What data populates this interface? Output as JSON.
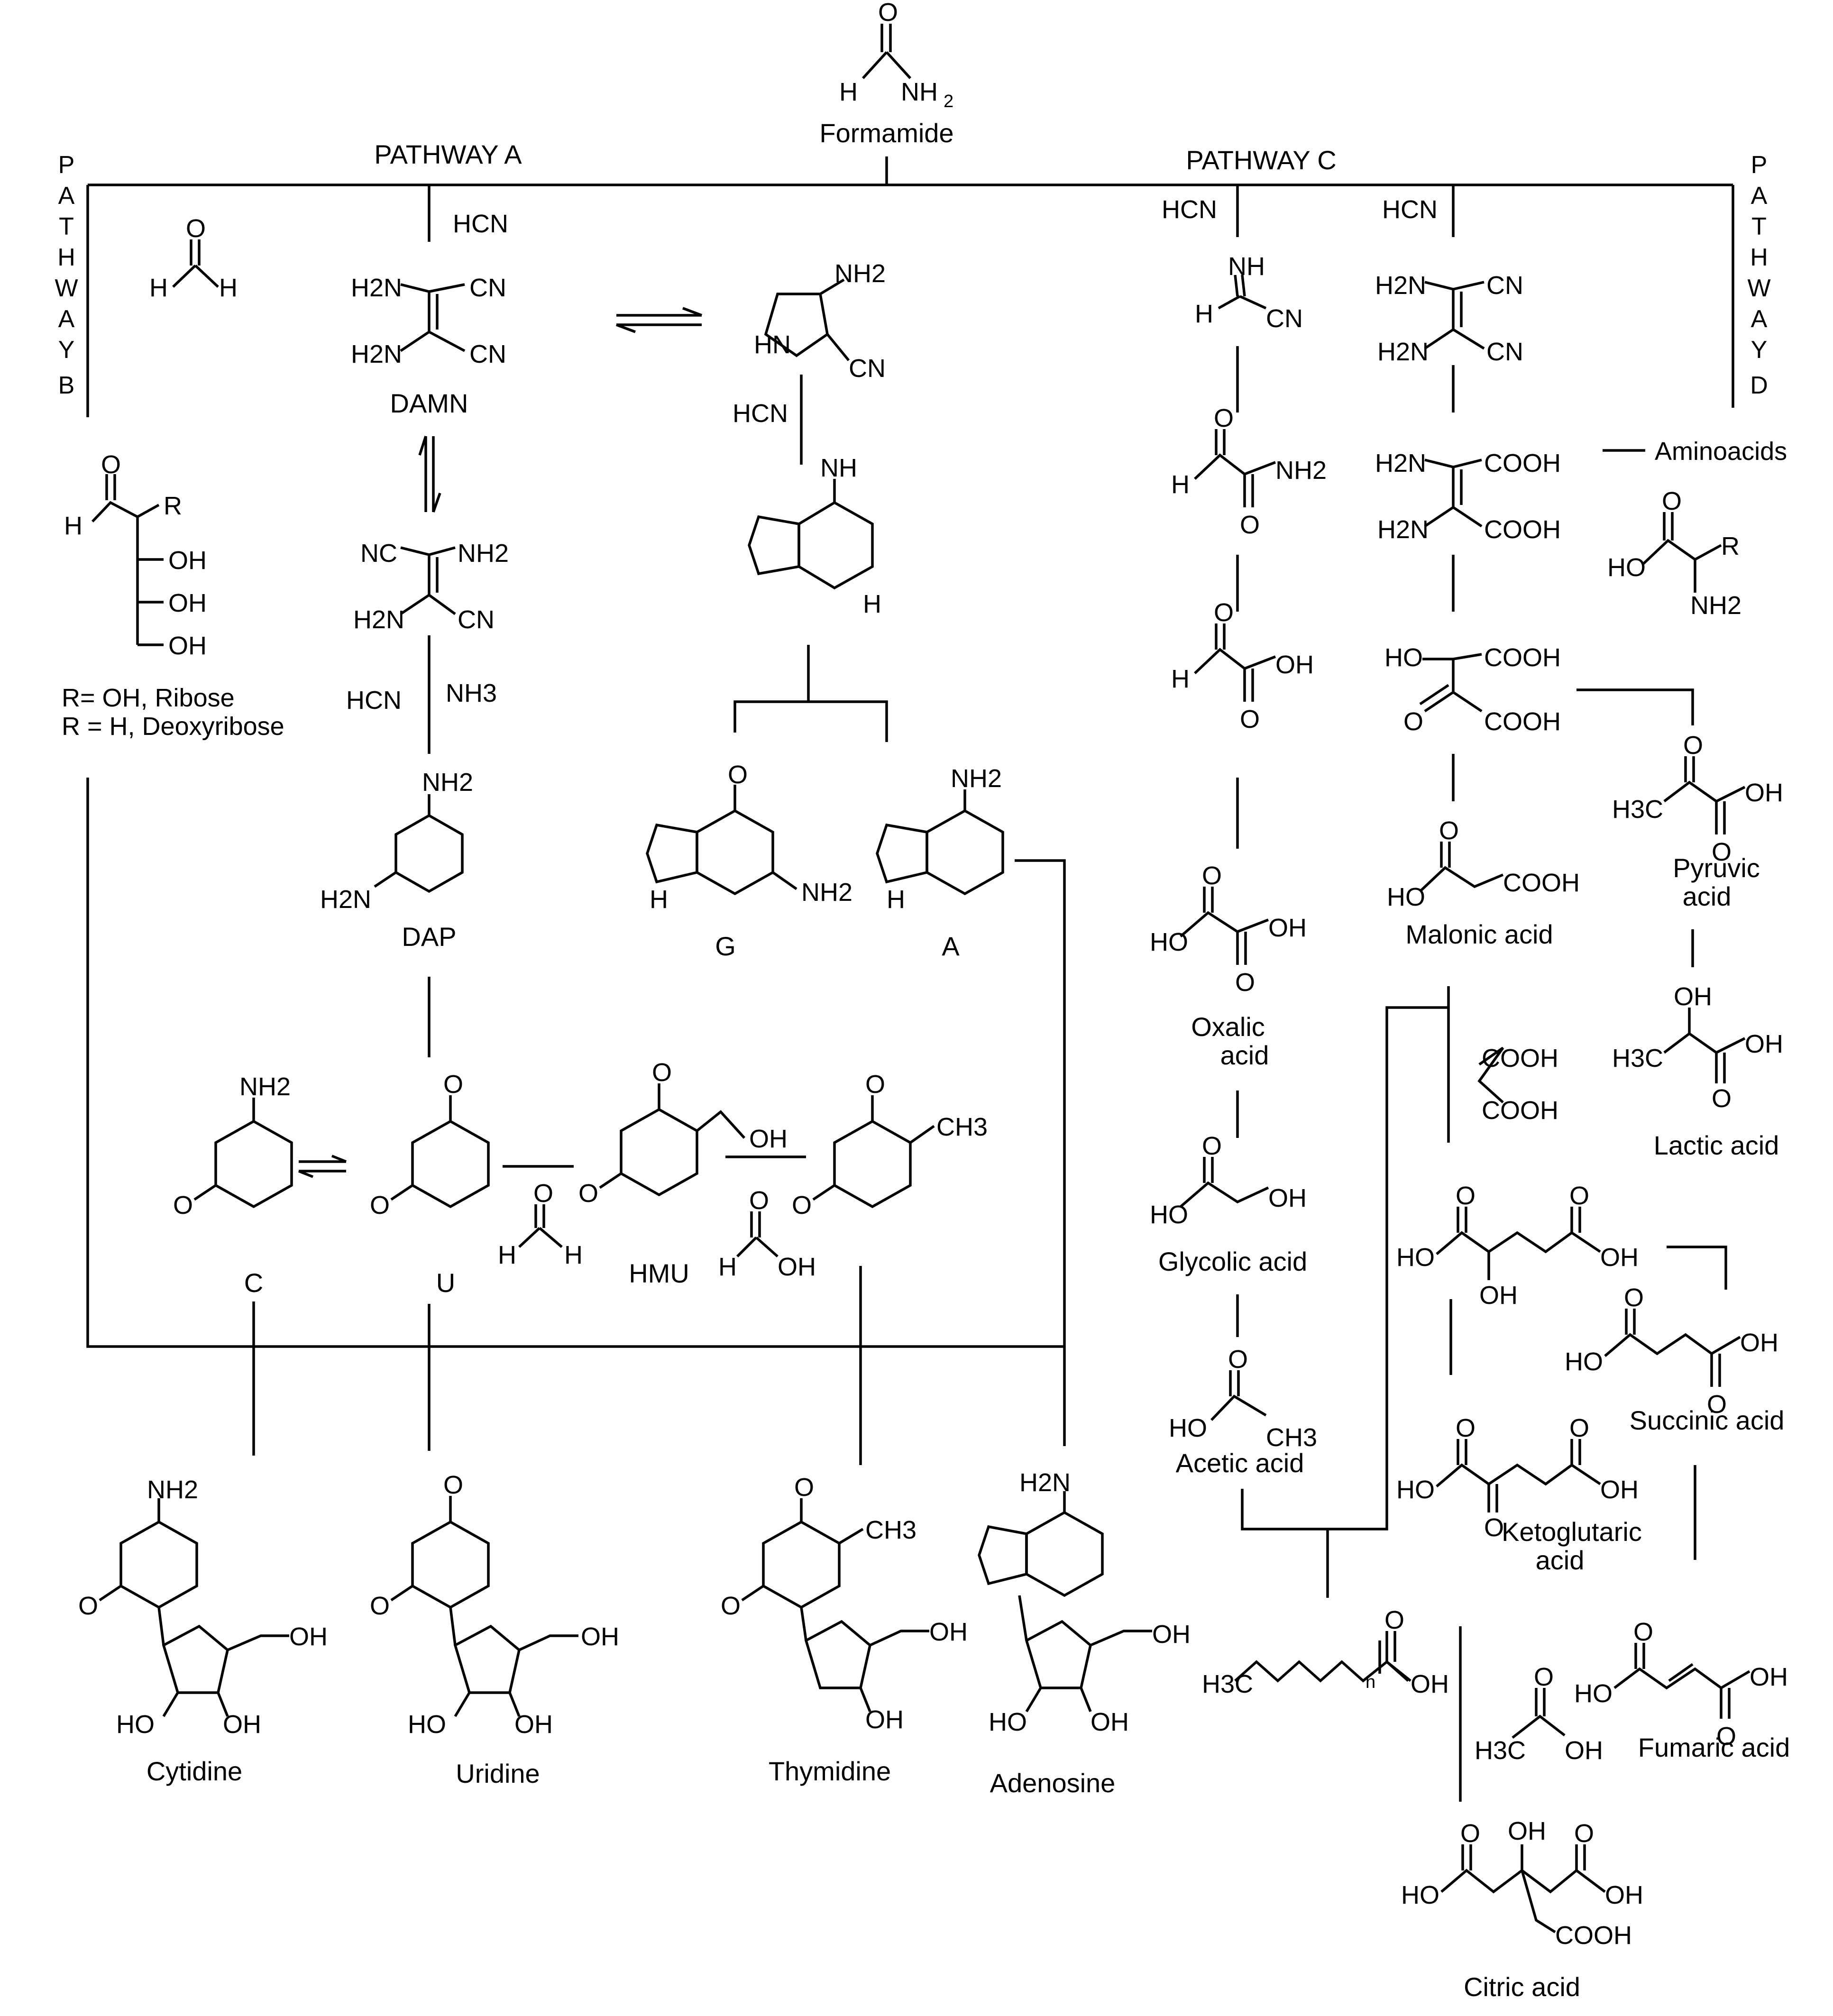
{
  "root": {
    "molecule": "Formamide",
    "atoms": {
      "o": "O",
      "h": "H",
      "nh2": "NH2"
    }
  },
  "pathways": {
    "a": "PATHWAY A",
    "b": [
      "P",
      "A",
      "T",
      "H",
      "W",
      "A",
      "Y",
      "B"
    ],
    "c": "PATHWAY C",
    "d": [
      "P",
      "A",
      "T",
      "H",
      "W",
      "A",
      "Y",
      "D"
    ]
  },
  "reagents": {
    "hcn": "HCN",
    "nh3": "NH3"
  },
  "labels": {
    "damn": "DAMN",
    "ribose_line1": "R= OH, Ribose",
    "ribose_line2": "R = H, Deoxyribose",
    "dap": "DAP",
    "g": "G",
    "a": "A",
    "c": "C",
    "u": "U",
    "hmu": "HMU",
    "cytidine": "Cytidine",
    "uridine": "Uridine",
    "thymidine": "Thymidine",
    "adenosine": "Adenosine",
    "aminoacids": "Aminoacids",
    "pyruvic_1": "Pyruvic",
    "pyruvic_2": "acid",
    "lactic": "Lactic acid",
    "malonic": "Malonic acid",
    "oxalic_1": "Oxalic",
    "oxalic_2": "acid",
    "glycolic": "Glycolic acid",
    "acetic": "Acetic acid",
    "succinic": "Succinic acid",
    "keto_1": "Ketoglutaric",
    "keto_2": "acid",
    "fumaric": "Fumaric acid",
    "citric": "Citric acid"
  },
  "atoms": {
    "O": "O",
    "H": "H",
    "N": "N",
    "R": "R",
    "OH": "OH",
    "HO": "HO",
    "NH": "NH",
    "HN": "HN",
    "NH2": "NH2",
    "H2N": "H2N",
    "CN": "CN",
    "NC": "NC",
    "COOH": "COOH",
    "CH3": "CH3",
    "H3C": "H3C",
    "n": "n"
  }
}
